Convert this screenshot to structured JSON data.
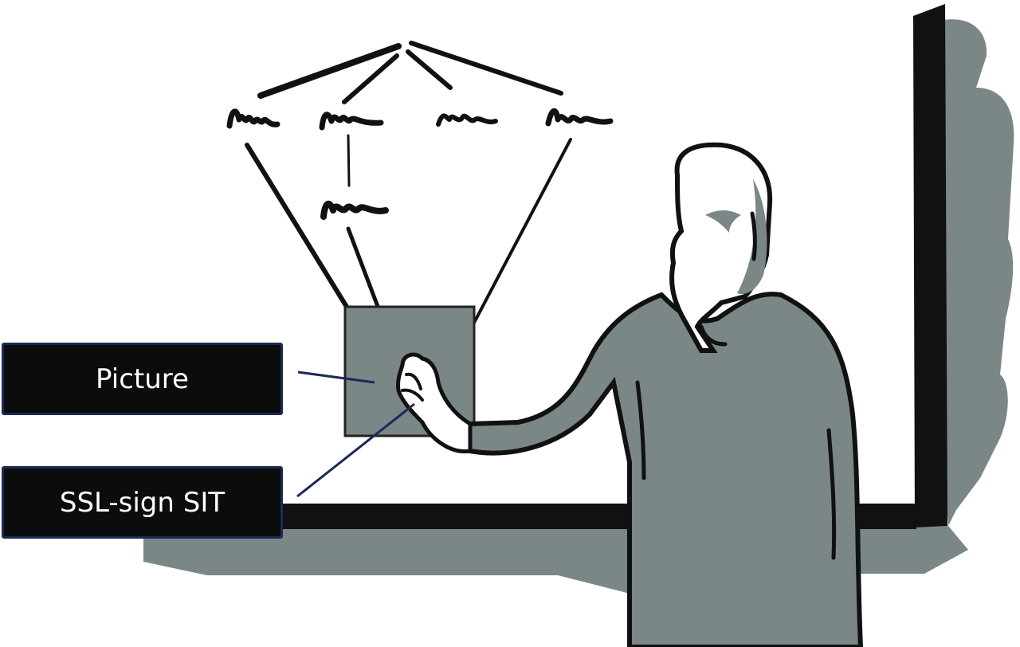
{
  "figure": {
    "description": "Sketch of a person touching a picture on a display board; handwritten scribble tree above the picture",
    "labels": [
      {
        "id": "picture",
        "text": "Picture"
      },
      {
        "id": "ssl-sign-sit",
        "text": "SSL-sign SIT"
      }
    ],
    "colors": {
      "ink": "#111111",
      "shade": "#7b8787",
      "label_bg": "#0c0c0c",
      "label_border": "#1b2a55",
      "label_text": "#ffffff",
      "leader_line": "#1b2a55"
    },
    "scribble_tree": {
      "root_count": 1,
      "first_level_nodes": 4,
      "second_level_nodes": 1
    }
  }
}
